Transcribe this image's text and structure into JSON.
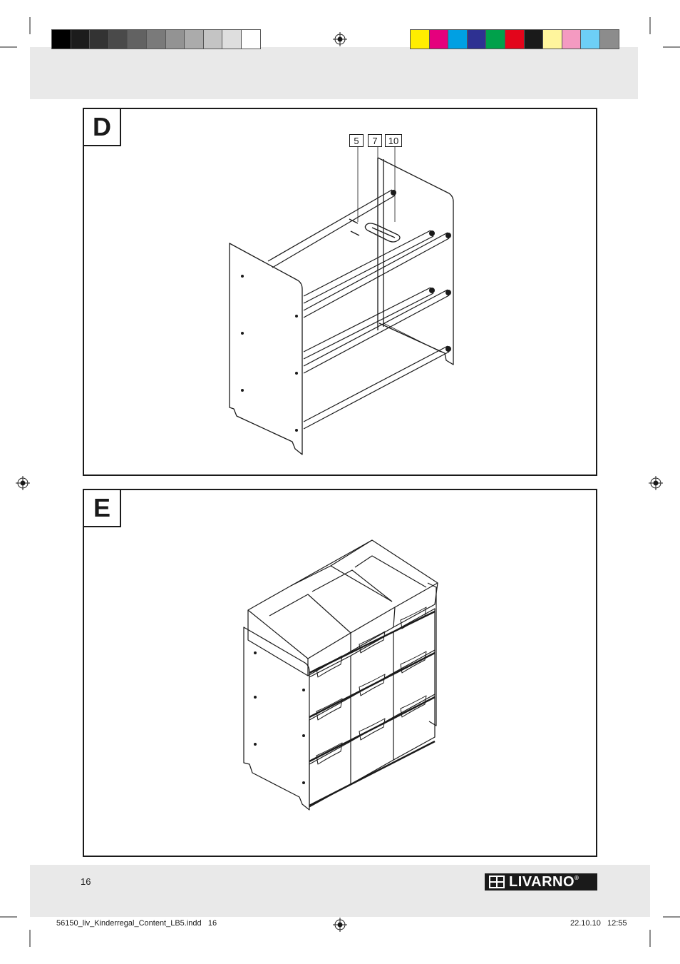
{
  "print_marks": {
    "grayscale_swatches": [
      "#000000",
      "#1c1c1c",
      "#333333",
      "#4a4a4a",
      "#626262",
      "#7a7a7a",
      "#939393",
      "#ababab",
      "#c4c4c4",
      "#dedede",
      "#ffffff"
    ],
    "color_swatches": [
      "#ffed00",
      "#e5007d",
      "#00a0e3",
      "#2e3192",
      "#00a14b",
      "#e3051b",
      "#1a1a1a",
      "#fff59d",
      "#f49ac1",
      "#6dcff6",
      "#8c8c8c"
    ]
  },
  "step_d": {
    "label": "D",
    "part_labels": [
      "5",
      "7",
      "10"
    ]
  },
  "step_e": {
    "label": "E"
  },
  "footer": {
    "page_number": "16",
    "brand": "LIVARNO",
    "registered_mark": "®"
  },
  "slug": {
    "file_info": "56150_liv_Kinderregal_Content_LB5.indd   16",
    "date_time": "22.10.10   12:55"
  }
}
